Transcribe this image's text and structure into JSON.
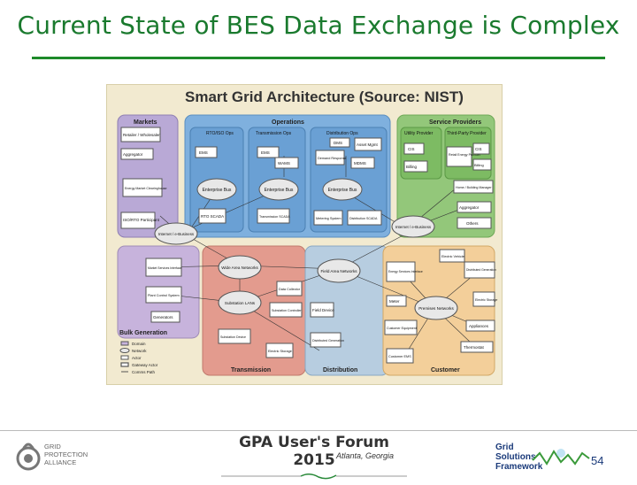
{
  "slide": {
    "title": "Current State of BES Data Exchange is Complex",
    "page_number": "54"
  },
  "figure": {
    "title": "Smart Grid Architecture (Source: NIST)",
    "domains": {
      "markets": "Markets",
      "operations": "Operations",
      "service_providers": "Service Providers",
      "bulk_generation": "Bulk Generation",
      "transmission": "Transmission",
      "distribution": "Distribution",
      "customer": "Customer"
    },
    "sub_domains": {
      "rto": "RTO/ISO Ops",
      "transmission_ops": "Transmission Ops",
      "distribution_ops": "Distribution Ops",
      "utility_provider": "Utility Provider",
      "third_party_provider": "Third-Party Provider"
    },
    "boxes": {
      "retailer": "Retailer / Wholesaler",
      "aggregator_m": "Aggregator",
      "energy_market": "Energy Market Clearinghouse",
      "iso_rto": "ISO/RTO Participant",
      "ems1": "EMS",
      "ems2": "EMS",
      "wams": "WAMS",
      "dms": "DMS",
      "asset_mgmt": "Asset Mgmt",
      "demand_response": "Demand Response",
      "mdms": "MDMS",
      "cis1": "CIS",
      "billing1": "Billing",
      "retail_energy": "Retail Energy Provider",
      "cis2": "CIS",
      "billing2": "Billing",
      "home_mgr": "Home / Building Manager",
      "aggregator_sp": "Aggregator",
      "others": "Others",
      "rto_scada": "RTO SCADA",
      "trans_scada": "Transmission SCADA",
      "metering": "Metering System",
      "dist_scada": "Distribution SCADA",
      "market_services": "Market Services Interface",
      "plant_control": "Plant Control System",
      "generators": "Generators",
      "data_collector": "Data Collector",
      "substation_controller": "Substation Controller",
      "substation_device": "Substation Device",
      "electric_storage_t": "Electric Storage",
      "field_device": "Field Device",
      "distributed_gen": "Distributed Generation",
      "electric_vehicle": "Electric Vehicle",
      "energy_services": "Energy Services Interface",
      "meter": "Meter",
      "customer_equipment": "Customer Equipment",
      "customer_ems": "Customer EMS",
      "distributed_generation_c": "Distributed Generation",
      "electric_storage_c": "Electric Storage",
      "appliances": "Appliances",
      "thermostat": "Thermostat"
    },
    "networks": {
      "ent_bus_1": "Enterprise Bus",
      "ent_bus_2": "Enterprise Bus",
      "ent_bus_3": "Enterprise Bus",
      "internet_1": "Internet / e-Business",
      "internet_2": "Internet / e-Business",
      "wan": "Wide Area Networks",
      "field_area": "Field Area Networks",
      "substation_lan": "Substation LANs",
      "premises": "Premises Networks"
    },
    "legend": [
      "Domain",
      "Network",
      "Actor",
      "Gateway Actor",
      "Comms Path"
    ]
  },
  "footer": {
    "forum_title": "GPA User's Forum 2015",
    "forum_location": "Atlanta, Georgia",
    "gpa_name": [
      "GRID",
      "PROTECTION",
      "ALLIANCE"
    ],
    "gsf_name": [
      "Grid",
      "Solutions",
      "Framework"
    ]
  },
  "colors": {
    "title": "#1a7a2e",
    "markets": "#b9a9d6",
    "operations": "#7fb0de",
    "service_providers": "#93c77a",
    "bulk_generation": "#c7b3dc",
    "transmission": "#e39b8e",
    "distribution": "#b7cde0",
    "customer": "#f3cf9a"
  }
}
